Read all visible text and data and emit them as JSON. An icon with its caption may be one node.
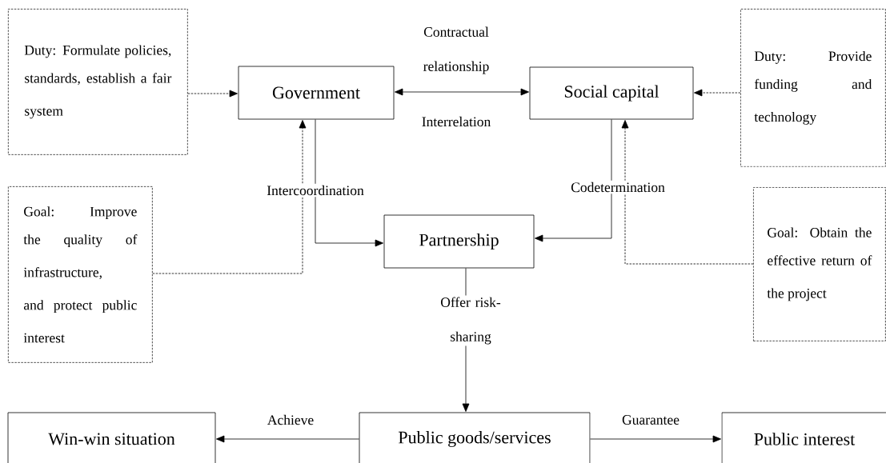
{
  "diagram": {
    "nodes": [
      {
        "text": [
          "Duty: Formulate policies, standards, establish a fair system"
        ]
      },
      {
        "text": [
          "Government"
        ]
      },
      {
        "text": [
          "Social capital"
        ]
      },
      {
        "text": [
          "Duty: Provide funding and technology"
        ]
      },
      {
        "text": [
          "Goal: Improve the quality of infrastructure, and protect public interest"
        ]
      },
      {
        "text": [
          "Partnership"
        ]
      },
      {
        "text": [
          "Goal: Obtain the effective return of the project"
        ]
      },
      {
        "text": [
          "Win-win situation"
        ]
      },
      {
        "text": [
          "Public goods/services"
        ]
      },
      {
        "text": [
          "Public interest"
        ]
      }
    ],
    "edges": [
      {
        "from": 0,
        "to": 1,
        "arrow": "to",
        "style": "dashed"
      },
      {
        "from": 3,
        "to": 2,
        "arrow": "to",
        "style": "dashed"
      },
      {
        "from": 1,
        "to": 2,
        "arrow": "both",
        "label": "Contractual relationship"
      },
      {
        "from": 1,
        "to": 5,
        "arrow": "to",
        "label": "Intercoordination"
      },
      {
        "from": 2,
        "to": 5,
        "arrow": "to",
        "label": "Codetermination"
      },
      {
        "from": 4,
        "to": 1,
        "arrow": "to",
        "style": "dashed"
      },
      {
        "from": 6,
        "to": 2,
        "arrow": "to",
        "style": "dashed"
      },
      {
        "from": 5,
        "to": 8,
        "arrow": "to",
        "label": "Offer risk-sharing"
      },
      {
        "from": 8,
        "to": 7,
        "arrow": "to",
        "label": "Achieve"
      },
      {
        "from": 8,
        "to": 9,
        "arrow": "to",
        "label": "Guarantee"
      }
    ],
    "labels": [
      "Interrelation"
    ]
  }
}
